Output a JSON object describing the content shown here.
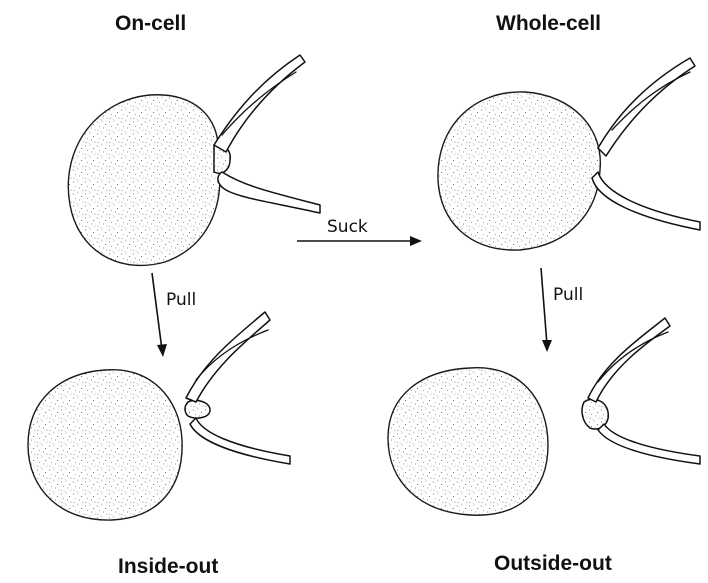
{
  "titles": {
    "on_cell": "On-cell",
    "whole_cell": "Whole-cell",
    "inside_out": "Inside-out",
    "outside_out": "Outside-out"
  },
  "arrows": {
    "suck": "Suck",
    "pull_left": "Pull",
    "pull_right": "Pull"
  },
  "colors": {
    "ink": "#111111",
    "background": "#ffffff"
  }
}
